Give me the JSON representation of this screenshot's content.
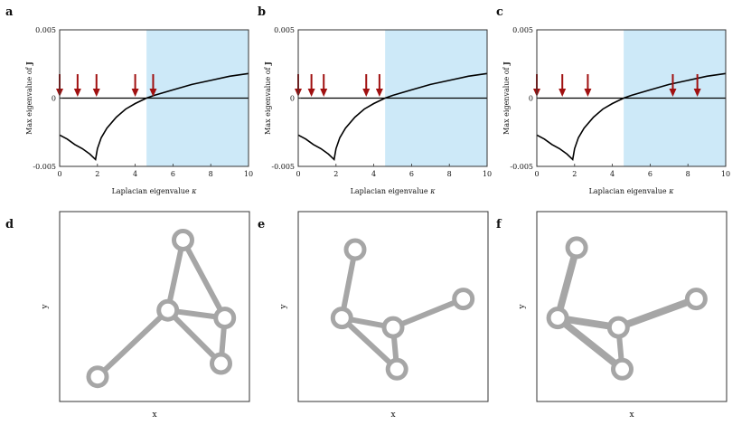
{
  "chart_data": [
    {
      "panel": "a",
      "type": "line",
      "xlabel": "Laplacian eigenvalue κ",
      "ylabel": "Max eigenvalue of J",
      "xlim": [
        0,
        10
      ],
      "ylim": [
        -0.005,
        0.005
      ],
      "xticks": [
        "0",
        "2",
        "4",
        "6",
        "8",
        "10"
      ],
      "yticks": [
        "0.005",
        "0",
        "-0.005"
      ],
      "unstable_region": [
        4.6,
        10
      ],
      "curve": {
        "x": [
          0,
          0.4,
          0.8,
          1.2,
          1.6,
          1.9,
          2.0,
          2.2,
          2.5,
          3.0,
          3.5,
          4.0,
          4.6,
          5.0,
          6.0,
          7.0,
          8.0,
          9.0,
          10.0
        ],
        "y": [
          -0.0027,
          -0.003,
          -0.0034,
          -0.0037,
          -0.0041,
          -0.0045,
          -0.0037,
          -0.0029,
          -0.0022,
          -0.0014,
          -0.0008,
          -0.0004,
          0.0,
          0.0002,
          0.0006,
          0.001,
          0.0013,
          0.0016,
          0.0018
        ]
      },
      "eigenvalue_arrows": [
        0,
        0.95,
        1.95,
        4.0,
        4.95
      ]
    },
    {
      "panel": "b",
      "type": "line",
      "xlabel": "Laplacian eigenvalue κ",
      "ylabel": "Max eigenvalue of J",
      "xlim": [
        0,
        10
      ],
      "ylim": [
        -0.005,
        0.005
      ],
      "xticks": [
        "0",
        "2",
        "4",
        "6",
        "8",
        "10"
      ],
      "yticks": [
        "0.005",
        "0",
        "-0.005"
      ],
      "unstable_region": [
        4.6,
        10
      ],
      "curve": {
        "x": [
          0,
          0.4,
          0.8,
          1.2,
          1.6,
          1.9,
          2.0,
          2.2,
          2.5,
          3.0,
          3.5,
          4.0,
          4.6,
          5.0,
          6.0,
          7.0,
          8.0,
          9.0,
          10.0
        ],
        "y": [
          -0.0027,
          -0.003,
          -0.0034,
          -0.0037,
          -0.0041,
          -0.0045,
          -0.0037,
          -0.0029,
          -0.0022,
          -0.0014,
          -0.0008,
          -0.0004,
          0.0,
          0.0002,
          0.0006,
          0.001,
          0.0013,
          0.0016,
          0.0018
        ]
      },
      "eigenvalue_arrows": [
        0,
        0.7,
        1.35,
        3.6,
        4.3
      ]
    },
    {
      "panel": "c",
      "type": "line",
      "xlabel": "Laplacian eigenvalue κ",
      "ylabel": "Max eigenvalue of J",
      "xlim": [
        0,
        10
      ],
      "ylim": [
        -0.005,
        0.005
      ],
      "xticks": [
        "0",
        "2",
        "4",
        "6",
        "8",
        "10"
      ],
      "yticks": [
        "0.005",
        "0",
        "-0.005"
      ],
      "unstable_region": [
        4.6,
        10
      ],
      "curve": {
        "x": [
          0,
          0.4,
          0.8,
          1.2,
          1.6,
          1.9,
          2.0,
          2.2,
          2.5,
          3.0,
          3.5,
          4.0,
          4.6,
          5.0,
          6.0,
          7.0,
          8.0,
          9.0,
          10.0
        ],
        "y": [
          -0.0027,
          -0.003,
          -0.0034,
          -0.0037,
          -0.0041,
          -0.0045,
          -0.0037,
          -0.0029,
          -0.0022,
          -0.0014,
          -0.0008,
          -0.0004,
          0.0,
          0.0002,
          0.0006,
          0.001,
          0.0013,
          0.0016,
          0.0018
        ]
      },
      "eigenvalue_arrows": [
        0,
        1.35,
        2.7,
        7.2,
        8.5
      ]
    },
    {
      "panel": "d",
      "type": "scatter",
      "xlabel": "x",
      "ylabel": "y",
      "nodes": [
        [
          0.65,
          0.85
        ],
        [
          0.57,
          0.48
        ],
        [
          0.87,
          0.44
        ],
        [
          0.85,
          0.2
        ],
        [
          0.2,
          0.13
        ]
      ],
      "edges": [
        {
          "from": 0,
          "to": 1,
          "weight": 1
        },
        {
          "from": 0,
          "to": 2,
          "weight": 1
        },
        {
          "from": 1,
          "to": 2,
          "weight": 1
        },
        {
          "from": 1,
          "to": 3,
          "weight": 1
        },
        {
          "from": 2,
          "to": 3,
          "weight": 1
        },
        {
          "from": 1,
          "to": 4,
          "weight": 1
        }
      ]
    },
    {
      "panel": "e",
      "type": "scatter",
      "xlabel": "x",
      "ylabel": "y",
      "nodes": [
        [
          0.3,
          0.8
        ],
        [
          0.23,
          0.44
        ],
        [
          0.5,
          0.39
        ],
        [
          0.52,
          0.17
        ],
        [
          0.87,
          0.54
        ]
      ],
      "edges": [
        {
          "from": 0,
          "to": 1,
          "weight": 1
        },
        {
          "from": 1,
          "to": 2,
          "weight": 1
        },
        {
          "from": 1,
          "to": 3,
          "weight": 1
        },
        {
          "from": 2,
          "to": 3,
          "weight": 1
        },
        {
          "from": 2,
          "to": 4,
          "weight": 1
        }
      ]
    },
    {
      "panel": "f",
      "type": "scatter",
      "xlabel": "x",
      "ylabel": "y",
      "nodes": [
        [
          0.21,
          0.81
        ],
        [
          0.11,
          0.44
        ],
        [
          0.43,
          0.39
        ],
        [
          0.45,
          0.17
        ],
        [
          0.84,
          0.54
        ]
      ],
      "edges": [
        {
          "from": 0,
          "to": 1,
          "weight": 1.3
        },
        {
          "from": 1,
          "to": 2,
          "weight": 1.3
        },
        {
          "from": 1,
          "to": 3,
          "weight": 1.3
        },
        {
          "from": 2,
          "to": 3,
          "weight": 1
        },
        {
          "from": 2,
          "to": 4,
          "weight": 1.3
        }
      ]
    }
  ],
  "colors": {
    "curve": "#000000",
    "arrow": "#a01010",
    "shade": "#cde9f8",
    "network": "#a6a6a6",
    "frame": "#333333"
  }
}
